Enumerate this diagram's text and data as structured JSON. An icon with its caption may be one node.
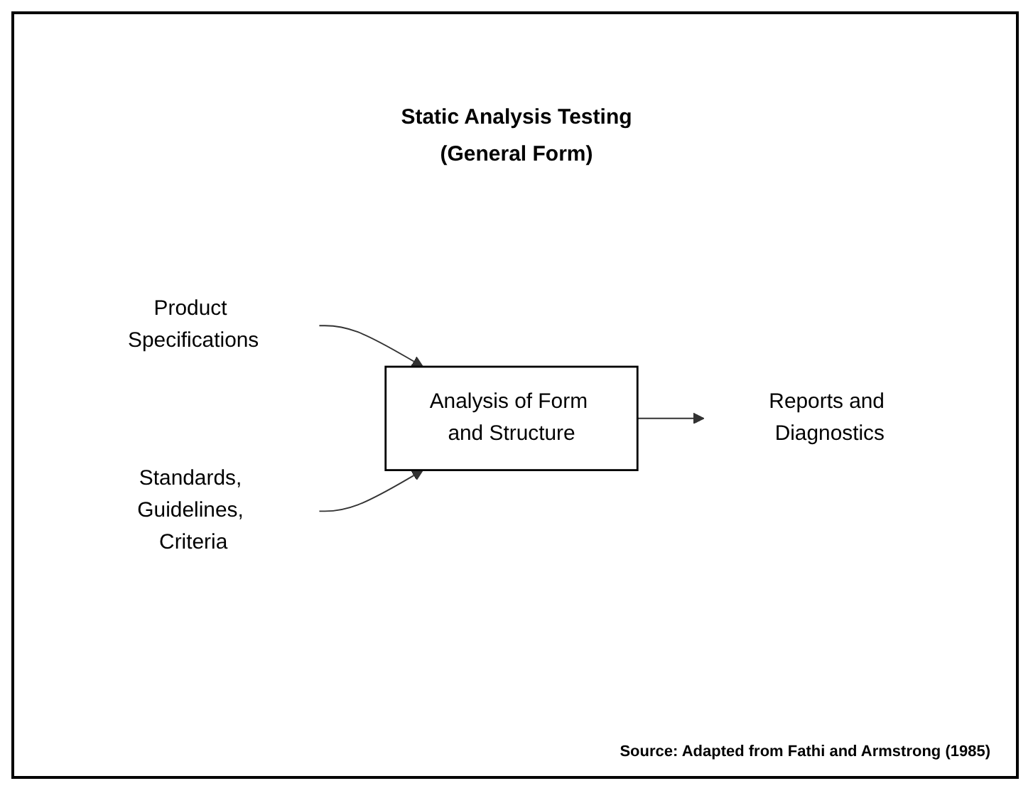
{
  "diagram": {
    "title": "Static Analysis Testing (General Form)",
    "caption": "Source: Adapted from Fathi and Armstrong (1985)",
    "nodes": [
      {
        "text": [
          "Product Specifications"
        ]
      },
      {
        "text": [
          "Standards, Guidelines, Criteria"
        ]
      },
      {
        "text": [
          "Analysis of Form and Structure"
        ]
      },
      {
        "text": [
          "Reports and Diagnostics"
        ]
      }
    ],
    "edges": [
      {
        "from": 0,
        "to": 2,
        "arrow": "to"
      },
      {
        "from": 1,
        "to": 2,
        "arrow": "to"
      },
      {
        "from": 2,
        "to": 3,
        "arrow": "to"
      }
    ]
  }
}
